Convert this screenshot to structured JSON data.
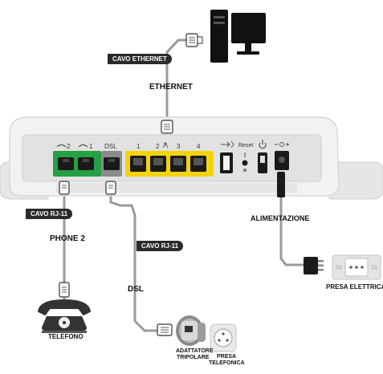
{
  "router": {
    "port_labels": {
      "phone2": "2",
      "phone1": "1",
      "dsl": "DSL",
      "lan1": "1",
      "lan2": "2",
      "lan3": "3",
      "lan4": "4",
      "reset": "Reset"
    },
    "colors": {
      "phone_block": "#26a044",
      "lan_block": "#f5d20f",
      "dsl_block": "#8c8c8c",
      "body": "#f2f2f2",
      "panel": "#e2e2e2",
      "cable": "#9a9a9a",
      "tag_bg": "#2b2b2b"
    }
  },
  "labels": {
    "cavo_ethernet": "CAVO ETHERNET",
    "ethernet": "ETHERNET",
    "cavo_rj11_left": "CAVO RJ-11",
    "phone2": "PHONE 2",
    "telefono": "TELEFONO",
    "cavo_rj11_dsl": "CAVO RJ-11",
    "dsl": "DSL",
    "adattatore_line1": "ADATTATORE",
    "adattatore_line2": "TRIPOLARE",
    "presa_tel_line1": "PRESA",
    "presa_tel_line2": "TELEFONICA",
    "alimentazione": "ALIMENTAZIONE",
    "presa_elettrica": "PRESA ELETTRICA"
  }
}
